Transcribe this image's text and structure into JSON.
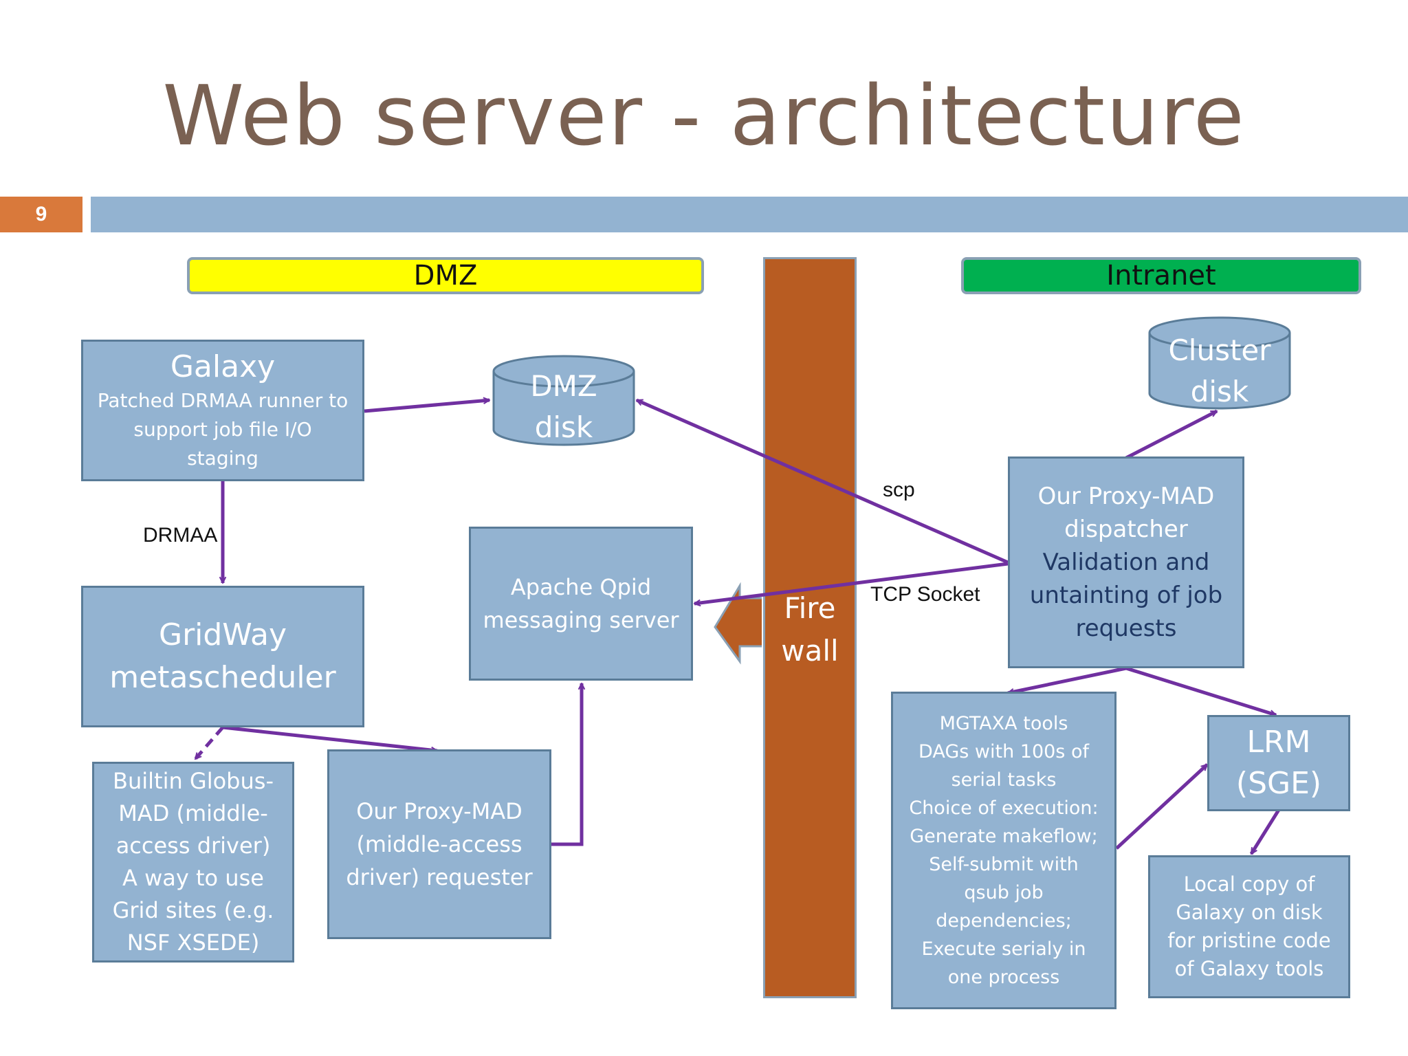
{
  "title": "Web server - architecture",
  "slide_number": "9",
  "zones": {
    "dmz": "DMZ",
    "intranet": "Intranet"
  },
  "colors": {
    "title": "#7a6152",
    "accent_bar": "#93b3d1",
    "slide_number_bg": "#d9793b",
    "dmz": "#ffff00",
    "intranet": "#00b050",
    "firewall": "#b85c22",
    "box_fill": "#93b3d1",
    "arrow": "#7030a0",
    "dark_text": "#1f3864"
  },
  "nodes": {
    "galaxy": {
      "title": "Galaxy",
      "subtitle": [
        "Patched DRMAA runner to",
        "support job file I/O",
        "staging"
      ]
    },
    "dmz_disk": [
      "DMZ",
      "disk"
    ],
    "cluster_disk": [
      "Cluster",
      "disk"
    ],
    "gridway": [
      "GridWay",
      "metascheduler"
    ],
    "qpid": [
      "Apache Qpid",
      "messaging server"
    ],
    "firewall": [
      "Fire",
      "wall"
    ],
    "dispatcher": {
      "light": [
        "Our Proxy-MAD",
        "dispatcher"
      ],
      "dark": [
        "Validation and",
        "untainting of job",
        "requests"
      ]
    },
    "globus": [
      "Builtin Globus-",
      "MAD (middle-",
      "access driver)",
      "A way to use",
      "Grid sites (e.g.",
      "NSF XSEDE)"
    ],
    "requester": [
      "Our Proxy-MAD",
      "(middle-access",
      "driver) requester"
    ],
    "mgtaxa": [
      "MGTAXA tools",
      "DAGs  with 100s  of",
      "serial tasks",
      "Choice of execution:",
      "Generate makeflow;",
      "Self-submit with",
      "qsub job",
      "dependencies;",
      "Execute serialy in",
      "one process"
    ],
    "lrm": [
      "LRM",
      "(SGE)"
    ],
    "local_copy": [
      "Local copy of",
      "Galaxy on disk",
      "for pristine code",
      "of Galaxy tools"
    ]
  },
  "edge_labels": {
    "drmaa": "DRMAA",
    "scp": "scp",
    "tcp": "TCP Socket"
  },
  "icons": {
    "firewall_arrow": "left-arrow-icon"
  }
}
